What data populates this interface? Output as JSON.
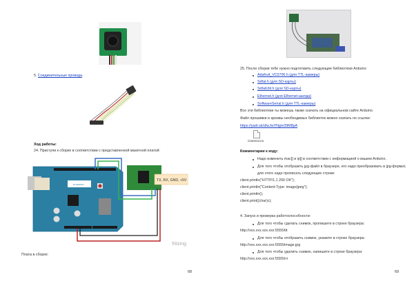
{
  "left_page": {
    "item5_prefix": "5. ",
    "item5_link": "Соединительные провода",
    "item5_suffix": ".",
    "section_heading": "Ход работы:",
    "step24": "24. Приступи к сборке в соответствии с представленной макетной платой:",
    "diagram": {
      "module_label": "TX, RX, GND, +5V",
      "watermark": "fritzing",
      "board_name": "ETHERNET",
      "wire_colors": {
        "blue": "#3a6fc4",
        "green": "#33b34a",
        "black": "#222222",
        "red": "#b8231f"
      }
    },
    "assembled_caption": "Плата в сборке:",
    "page_number": "68"
  },
  "right_page": {
    "step25": "25. После сборки тебе нужно подготовить следующие библиотеки Arduino:",
    "libraries": [
      "Adafruit_VC0706.h (для TTL-камеры)",
      "Sdfat.h (для SD-карты)",
      "SdfatUtil.h (для SD-карты)",
      "Ethernet.h (для Ethernet-шилда)",
      "SoftwareSerial.h (для TTL-камеры)"
    ],
    "libs_note": "Все эти библиотеки ты можешь также скачать на официальном сайте Arduino.",
    "firmware_note": "Файл прошивки и архивы необходимых библиотек можно скачать по ссылке:",
    "download_link": "https://yadi.sk/d/wJwYNgm39M8pA",
    "attachment_name": "Camera.ino",
    "comments_heading": "Комментарии к коду:",
    "comments": [
      "Надо изменить mac[] и ip[] в соответствии с информацией о вашем Arduino.",
      "Для того чтобы отобразить jpg-файл в браузере, его надо преобразовать в jpg-формат,"
    ],
    "comment_continuation": "для этого надо прописать следующие строки:",
    "code_lines": [
      "client.println(\"HTTP/1.1 200 OK\");",
      "client.println(\"Content-Type: image/jpeg\");",
      "client.println();",
      "client.print((char)c);"
    ],
    "section4_heading": "4. Запуск и проверка работоспособности:",
    "checks": [
      {
        "text": "Для того чтобы сделать снимок, пропишите в строке браузера:",
        "url": "http://xxx.xxx.xxx.xxx:5555/ttt"
      },
      {
        "text": "Для того чтобы отобразить снимок, укажите в строке браузера:",
        "url": "http://xxx.xxx.xxx.xxx:5555/image.jpg"
      },
      {
        "text": "Для того чтобы удалить снимок, напишите в строке браузера:",
        "url": "http://xxx.xxx.xxx.xxx:5555/rrr"
      }
    ],
    "page_number": "69"
  }
}
